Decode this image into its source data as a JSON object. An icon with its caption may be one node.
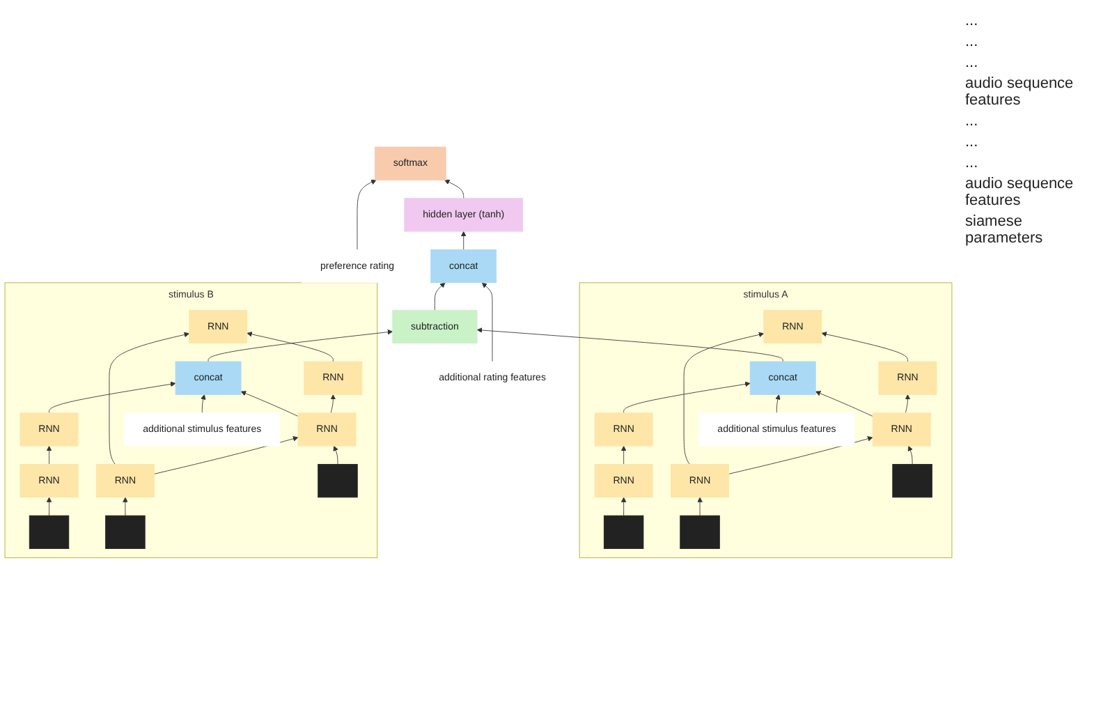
{
  "diagram": {
    "nodes": [
      {
        "text": [
          "preference rating"
        ]
      },
      {
        "text": [
          "softmax"
        ]
      },
      {
        "text": [
          "hidden layer (tanh)"
        ]
      },
      {
        "text": [
          "additional rating features"
        ]
      },
      {
        "text": [
          "concat"
        ]
      },
      {
        "text": [
          "subtraction"
        ]
      },
      {
        "text": [
          "stimulus A"
        ]
      },
      {
        "text": [
          "concat"
        ],
        "in": 6
      },
      {
        "text": [
          "RNN"
        ],
        "in": 6
      },
      {
        "text": [
          "RNN"
        ],
        "in": 6
      },
      {
        "text": [
          "RNN"
        ],
        "in": 6
      },
      {
        "text": [
          "RNN"
        ],
        "in": 6
      },
      {
        "text": [
          "RNN"
        ],
        "in": 6
      },
      {
        "text": [
          "RNN"
        ],
        "in": 6
      },
      {
        "text": [],
        "shape": "bar",
        "in": 6
      },
      {
        "text": [],
        "shape": "bar",
        "in": 6
      },
      {
        "text": [],
        "shape": "bar",
        "in": 6
      },
      {
        "text": [
          "additional stimulus features"
        ],
        "in": 6
      },
      {
        "text": [
          "stimulus B"
        ]
      },
      {
        "text": [
          "concat"
        ],
        "in": 18
      },
      {
        "text": [
          "RNN"
        ],
        "in": 18
      },
      {
        "text": [
          "RNN"
        ],
        "in": 18
      },
      {
        "text": [
          "RNN"
        ],
        "in": 18
      },
      {
        "text": [
          "RNN"
        ],
        "in": 18
      },
      {
        "text": [
          "RNN"
        ],
        "in": 18
      },
      {
        "text": [
          "RNN"
        ],
        "in": 18
      },
      {
        "text": [],
        "shape": "bar",
        "in": 18
      },
      {
        "text": [],
        "shape": "bar",
        "in": 18
      },
      {
        "text": [],
        "shape": "bar",
        "in": 18
      },
      {
        "text": [
          "additional stimulus features"
        ],
        "in": 18
      }
    ],
    "edges": [
      {
        "from": 0,
        "to": 1,
        "arrow": "to"
      },
      {
        "from": 2,
        "to": 1,
        "arrow": "to"
      },
      {
        "from": 4,
        "to": 2,
        "arrow": "to"
      },
      {
        "from": 3,
        "to": 4,
        "arrow": "to"
      },
      {
        "from": 5,
        "to": 4,
        "arrow": "to"
      },
      {
        "from": 7,
        "to": 5,
        "arrow": "to"
      },
      {
        "from": 19,
        "to": 5,
        "arrow": "to"
      },
      {
        "from": 8,
        "to": 7,
        "arrow": "to"
      },
      {
        "from": 13,
        "to": 7,
        "arrow": "to"
      },
      {
        "from": 17,
        "to": 7,
        "arrow": "to"
      },
      {
        "from": 10,
        "to": 9,
        "arrow": "to"
      },
      {
        "from": 11,
        "to": 8,
        "arrow": "to"
      },
      {
        "from": 12,
        "to": 9,
        "arrow": "to"
      },
      {
        "from": 13,
        "to": 10,
        "arrow": "to"
      },
      {
        "from": 12,
        "to": 13,
        "arrow": "to"
      },
      {
        "from": 14,
        "to": 11,
        "arrow": "to"
      },
      {
        "from": 15,
        "to": 12,
        "arrow": "to"
      },
      {
        "from": 16,
        "to": 13,
        "arrow": "to"
      },
      {
        "from": 20,
        "to": 19,
        "arrow": "to"
      },
      {
        "from": 25,
        "to": 19,
        "arrow": "to"
      },
      {
        "from": 29,
        "to": 19,
        "arrow": "to"
      },
      {
        "from": 22,
        "to": 21,
        "arrow": "to"
      },
      {
        "from": 23,
        "to": 20,
        "arrow": "to"
      },
      {
        "from": 24,
        "to": 21,
        "arrow": "to"
      },
      {
        "from": 25,
        "to": 22,
        "arrow": "to"
      },
      {
        "from": 24,
        "to": 25,
        "arrow": "to"
      },
      {
        "from": 26,
        "to": 23,
        "arrow": "to"
      },
      {
        "from": 27,
        "to": 24,
        "arrow": "to"
      },
      {
        "from": 28,
        "to": 25,
        "arrow": "to"
      }
    ],
    "labels": [
      "...",
      "...",
      "...",
      "audio sequence features",
      "...",
      "...",
      "...",
      "audio sequence features",
      "siamese parameters"
    ]
  }
}
